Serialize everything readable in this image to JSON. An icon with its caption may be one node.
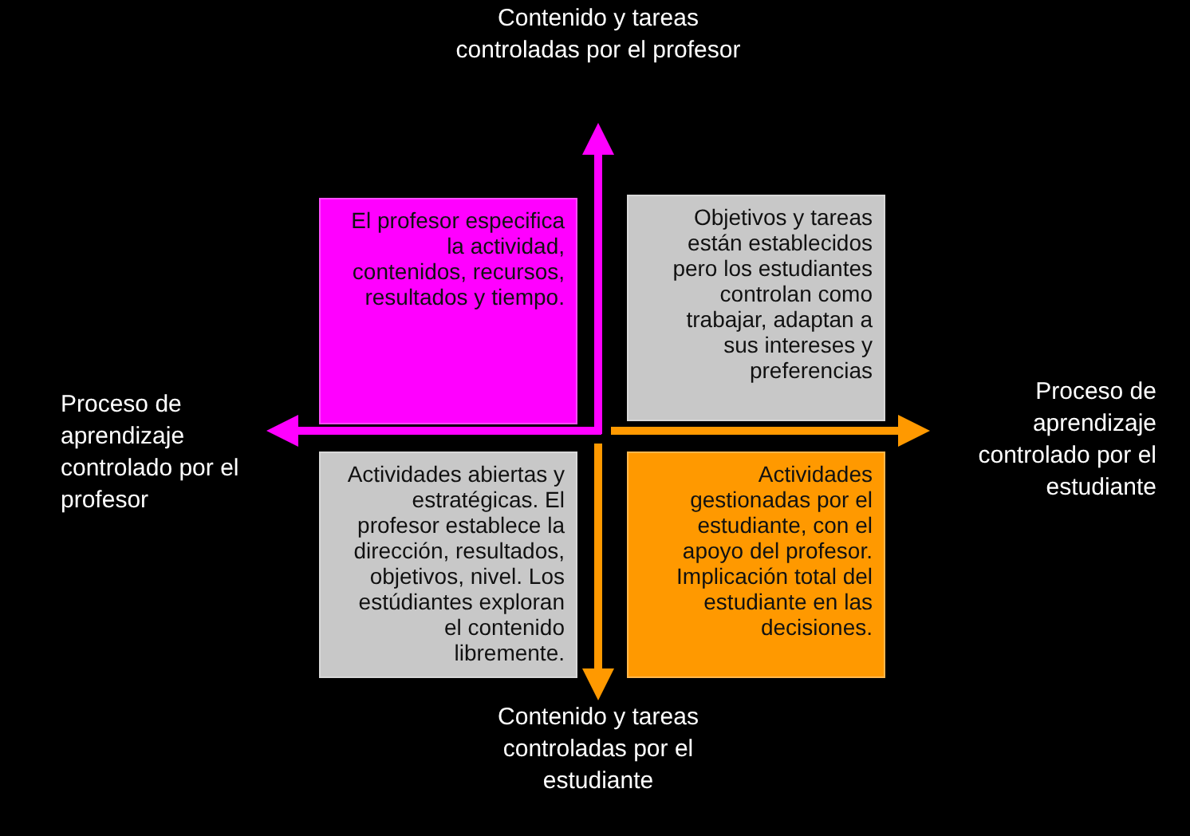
{
  "diagram": {
    "nodes": [
      {
        "text": [
          "El profesor especifica la actividad, contenidos, recursos, resultados y tiempo."
        ]
      },
      {
        "text": [
          "Objetivos y tareas están establecidos pero los estudiantes controlan como trabajar, adaptan a sus intereses y preferencias"
        ]
      },
      {
        "text": [
          "Actividades abiertas y estratégicas. El profesor establece la dirección, resultados, objetivos, nivel. Los estúdiantes exploran el contenido libremente."
        ]
      },
      {
        "text": [
          "Actividades gestionadas por el estudiante, con el apoyo del profesor. Implicación total del estudiante en las decisiones."
        ]
      }
    ],
    "labels": [
      "Contenido y tareas controladas por el profesor",
      "Proceso de aprendizaje controlado por el profesor",
      "Proceso de aprendizaje controlado por el estudiante",
      "Contenido y tareas controladas por el estudiante"
    ]
  }
}
